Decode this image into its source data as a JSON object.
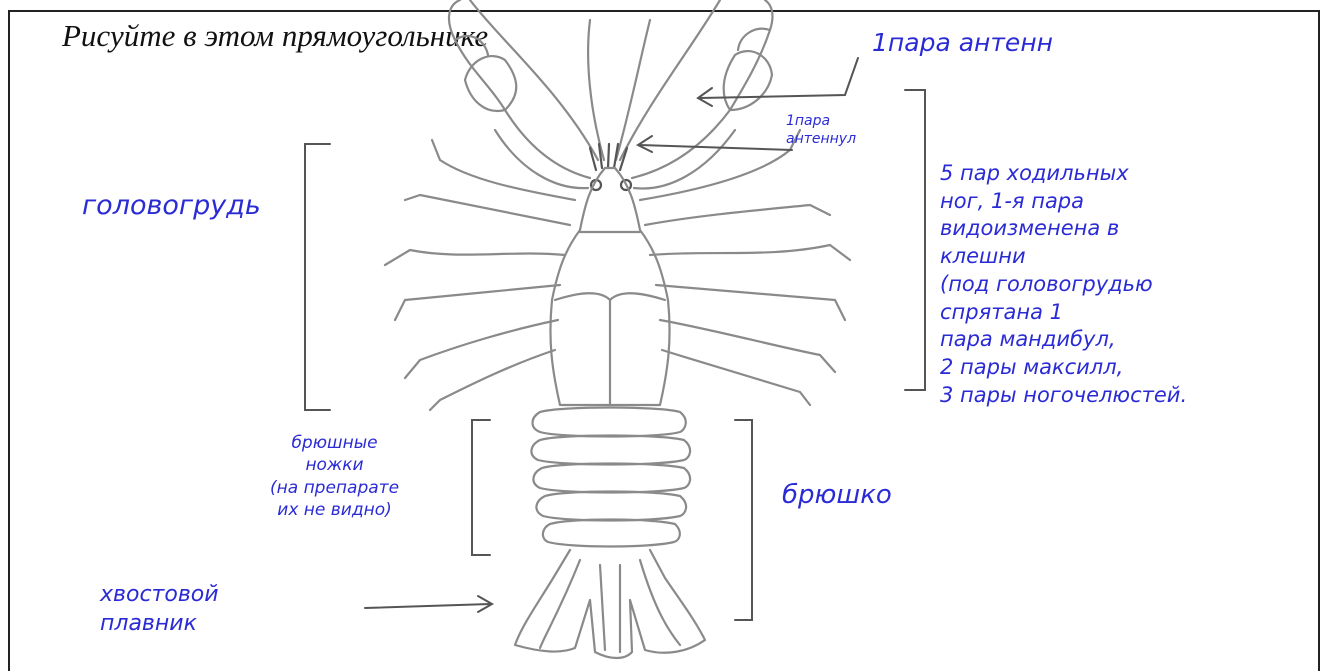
{
  "title": "Рисуйте в этом прямоугольнике",
  "labels": {
    "antennae": "1пара антенн",
    "antennules": "1пара\nантеннул",
    "cephalothorax": "головогрудь",
    "legs_note": "5 пар ходильных\nног, 1-я пара\nвидоизменена в\nклешни\n(под головогрудью\nспрятана 1\nпара мандибул,\n2 пары максилл,\n3 пары ногочелюстей.",
    "pleopods": "брюшные\nножки\n(на препарате\nих не видно)",
    "abdomen": "брюшко",
    "tail_fin": "хвостовой\nплавник"
  },
  "colors": {
    "ink": "#2b2bd6",
    "pencil": "#8a8a8a",
    "pencil_dark": "#555555"
  }
}
